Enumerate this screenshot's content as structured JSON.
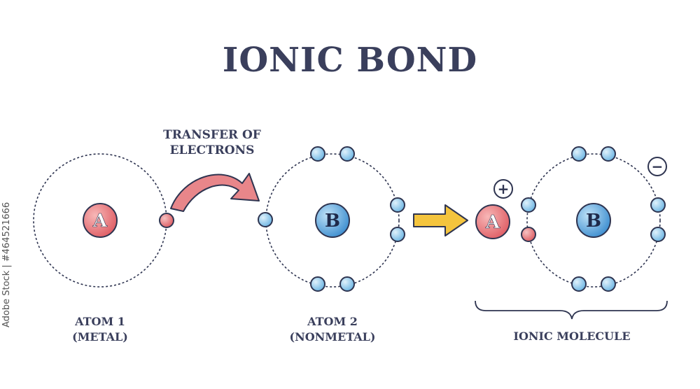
{
  "title": "IONIC BOND",
  "transfer_label": {
    "line1": "TRANSFER OF",
    "line2": "ELECTRONS"
  },
  "atom1": {
    "symbol": "A",
    "line1": "ATOM 1",
    "line2": "(METAL)"
  },
  "atom2": {
    "symbol": "B",
    "line1": "ATOM 2",
    "line2": "(NONMETAL)"
  },
  "molecule": {
    "cation_symbol": "A",
    "anion_symbol": "B",
    "plus": "+",
    "minus": "−",
    "label": "IONIC MOLECULE"
  },
  "watermark": "Adobe Stock | #464521666",
  "colors": {
    "text": "#3a3f5c",
    "metal_fill": "#e46a6f",
    "nonmetal_fill": "#4f9fd9",
    "electron_blue": "#7ec3ea",
    "electron_red": "#e46a6f",
    "transfer_arrow": "#e8868a",
    "reaction_arrow": "#f4c43d",
    "outline": "#2e3450"
  }
}
